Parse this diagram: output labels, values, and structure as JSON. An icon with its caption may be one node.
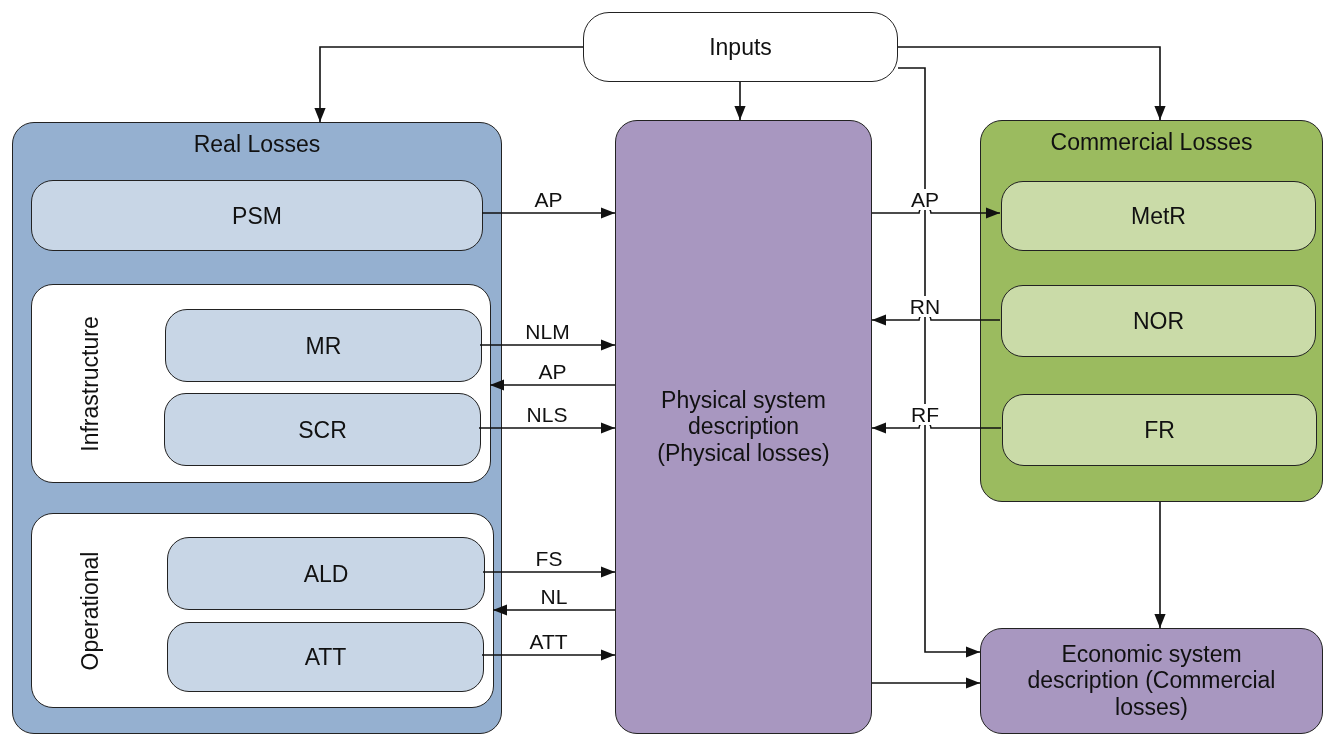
{
  "diagram": {
    "nodes": [
      {
        "text": [
          "Inputs"
        ]
      },
      {
        "text": [
          "Real Losses"
        ]
      },
      {
        "text": [
          "PSM"
        ],
        "in": 1
      },
      {
        "text": [
          "Infrastructure"
        ],
        "in": 1
      },
      {
        "text": [
          "MR"
        ],
        "in": 3
      },
      {
        "text": [
          "SCR"
        ],
        "in": 3
      },
      {
        "text": [
          "Operational"
        ],
        "in": 1
      },
      {
        "text": [
          "ALD"
        ],
        "in": 6
      },
      {
        "text": [
          "ATT"
        ],
        "in": 6
      },
      {
        "text": [
          "Physical system description (Physical losses)"
        ]
      },
      {
        "text": [
          "Commercial Losses"
        ]
      },
      {
        "text": [
          "MetR"
        ],
        "in": 10
      },
      {
        "text": [
          "NOR"
        ],
        "in": 10
      },
      {
        "text": [
          "FR"
        ],
        "in": 10
      },
      {
        "text": [
          "Economic system description (Commercial losses)"
        ]
      }
    ],
    "edges": [
      {
        "from": 0,
        "to": 1,
        "arrow": "to"
      },
      {
        "from": 0,
        "to": 9,
        "arrow": "to"
      },
      {
        "from": 0,
        "to": 10,
        "arrow": "to"
      },
      {
        "from": 0,
        "to": 14,
        "arrow": "to"
      },
      {
        "from": 2,
        "to": 9,
        "arrow": "to",
        "label": "AP"
      },
      {
        "from": 4,
        "to": 9,
        "arrow": "to",
        "label": "NLM"
      },
      {
        "from": 9,
        "to": 3,
        "arrow": "to",
        "label": "AP"
      },
      {
        "from": 5,
        "to": 9,
        "arrow": "to",
        "label": "NLS"
      },
      {
        "from": 7,
        "to": 9,
        "arrow": "to",
        "label": "FS"
      },
      {
        "from": 9,
        "to": 6,
        "arrow": "to",
        "label": "NL"
      },
      {
        "from": 8,
        "to": 9,
        "arrow": "to",
        "label": "ATT"
      },
      {
        "from": 9,
        "to": 11,
        "arrow": "to",
        "label": "AP"
      },
      {
        "from": 12,
        "to": 9,
        "arrow": "to",
        "label": "RN"
      },
      {
        "from": 13,
        "to": 9,
        "arrow": "to",
        "label": "RF"
      },
      {
        "from": 10,
        "to": 14,
        "arrow": "to"
      },
      {
        "from": 9,
        "to": 14,
        "arrow": "to"
      }
    ]
  }
}
